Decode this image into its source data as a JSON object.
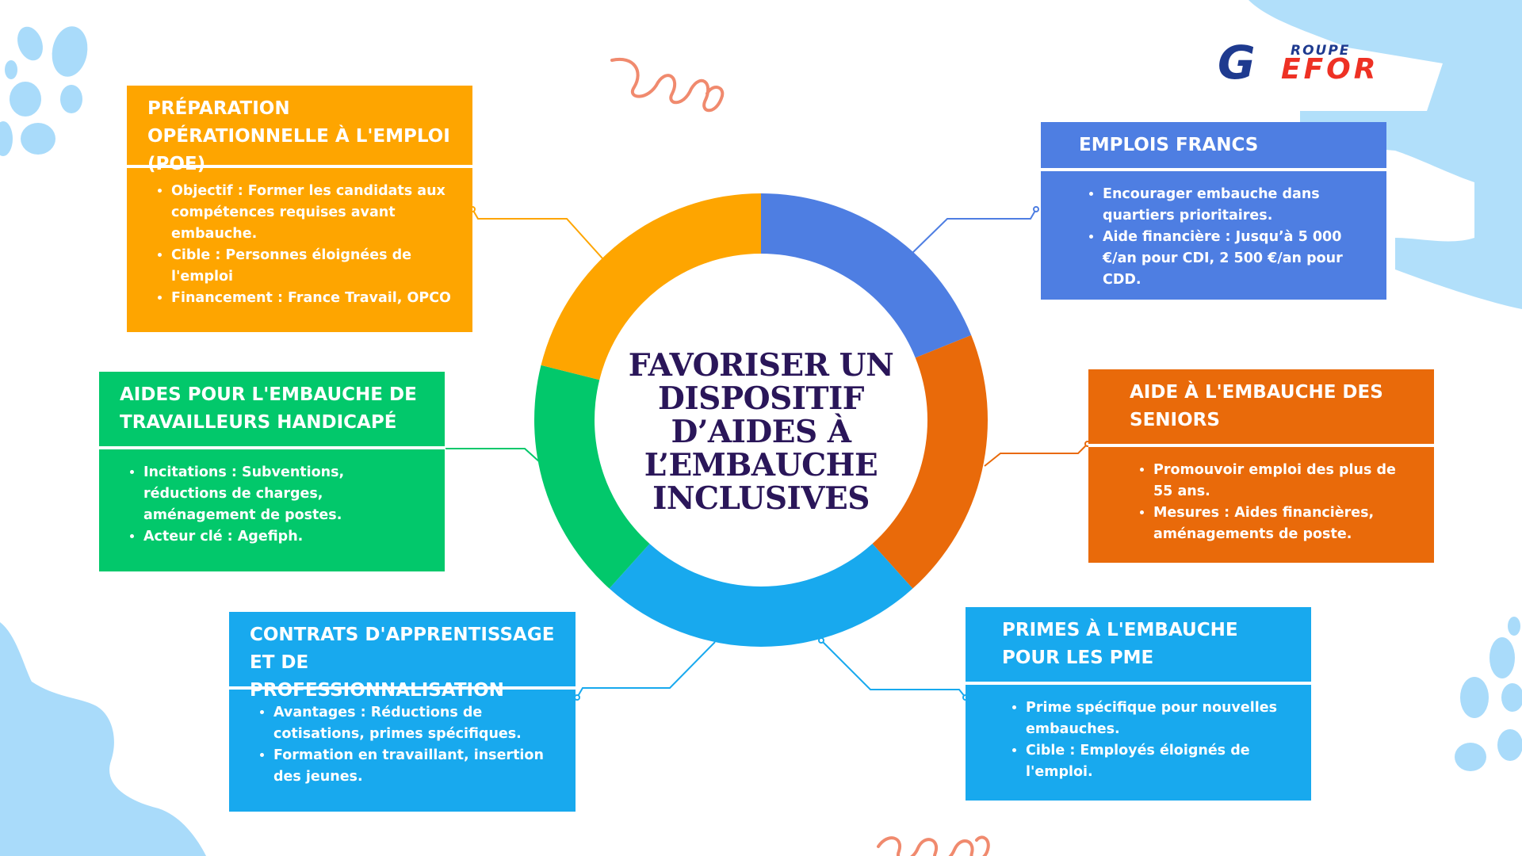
{
  "center": {
    "title": "FAVORISER UN DISPOSITIF D’AIDES À L’EMBAUCHE INCLUSIVES"
  },
  "logo": {
    "g": "G",
    "groupe": "ROUPE",
    "efor": "EFOR"
  },
  "colors": {
    "orange": "#FEA500",
    "blue": "#4E7EE2",
    "green": "#02C86B",
    "rust": "#E96A0A",
    "sky": "#18A9EE",
    "title": "#2A1659",
    "decor": "#A9DBFA"
  },
  "cards": {
    "poe": {
      "title": "PRÉPARATION OPÉRATIONNELLE À L'EMPLOI (POE)",
      "items": [
        "Objectif : Former les candidats aux compétences requises avant embauche.",
        "Cible : Personnes éloignées de l'emploi",
        "Financement : France Travail, OPCO"
      ]
    },
    "handicap": {
      "title": "AIDES POUR L'EMBAUCHE DE TRAVAILLEURS HANDICAPÉ",
      "items": [
        "Incitations : Subventions, réductions de charges, aménagement de postes.",
        "Acteur clé : Agefiph."
      ]
    },
    "apprentissage": {
      "title": "CONTRATS D'APPRENTISSAGE ET DE PROFESSIONNALISATION",
      "items": [
        "Avantages : Réductions de cotisations, primes spécifiques.",
        "Formation en travaillant, insertion des jeunes."
      ]
    },
    "francs": {
      "title": "EMPLOIS FRANCS",
      "items": [
        "Encourager embauche dans quartiers prioritaires.",
        "Aide financière : Jusqu’à 5 000 €/an pour CDI, 2 500 €/an pour CDD."
      ]
    },
    "seniors": {
      "title": "AIDE À L'EMBAUCHE DES SENIORS",
      "items": [
        "Promouvoir emploi des plus de 55 ans.",
        "Mesures : Aides financières, aménagements de poste."
      ]
    },
    "pme": {
      "title": "PRIMES À L'EMBAUCHE POUR LES PME",
      "items": [
        "Prime spécifique pour nouvelles embauches.",
        "Cible : Employés éloignés de l'emploi."
      ]
    }
  }
}
